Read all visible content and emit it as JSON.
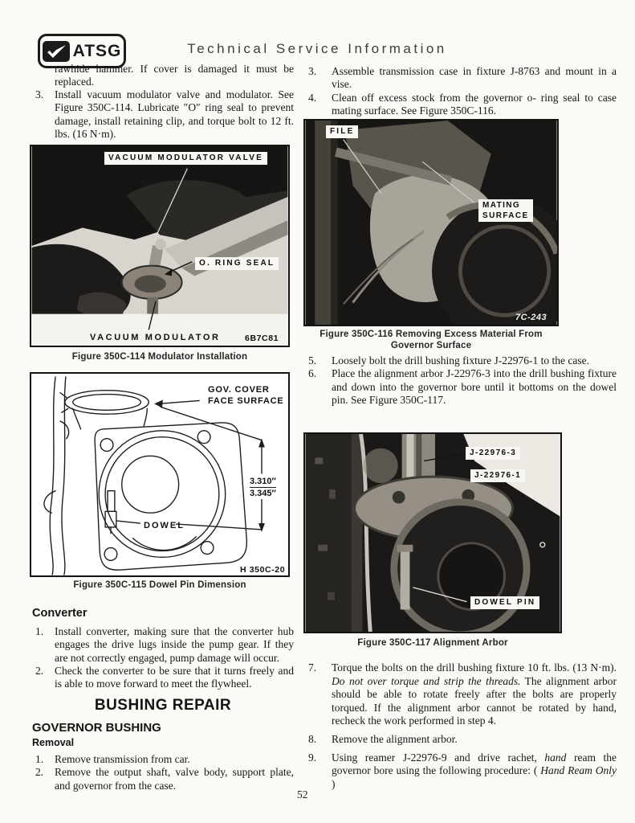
{
  "header": {
    "logo_text": "ATSG",
    "title": "Technical Service Information"
  },
  "page_number": "52",
  "left": {
    "continuation": "rawhide hammer. If cover is damaged it must be replaced.",
    "step3_num": "3.",
    "step3_text": "Install vacuum modulator valve and modulator. See Figure 350C-114. Lubricate ″O″ ring seal to prevent damage, install retaining clip, and torque bolt to 12 ft. lbs. (16 N·m).",
    "fig114": {
      "label_valve": "VACUUM MODULATOR VALVE",
      "label_oring": "O. RING SEAL",
      "label_modulator": "VACUUM MODULATOR",
      "photo_code": "6B7C81",
      "caption": "Figure 350C-114 Modulator Installation"
    },
    "fig115": {
      "label_cover_line1": "GOV. COVER",
      "label_cover_line2": "FACE SURFACE",
      "dim_upper": "3.310″",
      "dim_lower": "3.345″",
      "label_dowel": "DOWEL",
      "drawing_code": "H 350C-20",
      "caption": "Figure 350C-115 Dowel Pin Dimension"
    },
    "converter_heading": "Converter",
    "conv_step1_num": "1.",
    "conv_step1_text": "Install converter, making sure that the converter hub engages the drive lugs inside the pump gear. If they are not correctly engaged, pump damage will occur.",
    "conv_step2_num": "2.",
    "conv_step2_text": "Check the converter to be sure that it turns freely and is able to move forward to meet the flywheel.",
    "bushing_repair_heading": "BUSHING REPAIR",
    "governor_bushing_heading": "GOVERNOR BUSHING",
    "removal_subheading": "Removal",
    "gb_step1_num": "1.",
    "gb_step1_text": "Remove transmission from car.",
    "gb_step2_num": "2.",
    "gb_step2_text": "Remove the output shaft, valve body, support plate, and governor from the case."
  },
  "right": {
    "step3_num": "3.",
    "step3_text": "Assemble transmission case in fixture J-8763 and mount in a vise.",
    "step4_num": "4.",
    "step4_text": "Clean off excess stock from the governor o- ring seal to case mating surface. See Figure 350C-116.",
    "fig116": {
      "label_file": "FILE",
      "label_mating_line1": "MATING",
      "label_mating_line2": "SURFACE",
      "photo_code": "7C-243",
      "caption_line1": "Figure 350C-116 Removing Excess Material From",
      "caption_line2": "Governor Surface"
    },
    "step5_num": "5.",
    "step5_text": "Loosely bolt the drill bushing fixture J-22976-1 to the case.",
    "step6_num": "6.",
    "step6_text": "Place the alignment arbor J-22976-3 into the drill bushing fixture and down into the governor bore until it bottoms on the dowel pin. See Figure 350C-117.",
    "fig117": {
      "label_tool_upper": "J-22976-3",
      "label_tool_lower": "J-22976-1",
      "label_dowel_pin": "DOWEL PIN",
      "caption": "Figure 350C-117 Alignment Arbor"
    },
    "step7_num": "7.",
    "step7_run1": "Torque the bolts on the drill bushing fixture 10 ft. lbs. (13 N·m). ",
    "step7_run2_italic": "Do not over torque and strip the threads.",
    "step7_run3": " The alignment arbor should be able to rotate freely after the bolts are properly torqued. If the alignment arbor cannot be rotated by hand, recheck the work performed in step 4.",
    "step8_num": "8.",
    "step8_text": "Remove the alignment arbor.",
    "step9_num": "9.",
    "step9_run1": "Using reamer J-22976-9 and drive rachet, ",
    "step9_run2_italic": "hand",
    "step9_run3": " ream the governor bore using the following procedure: ( ",
    "step9_run4_italic": "Hand Ream Only",
    "step9_run5": " )"
  }
}
